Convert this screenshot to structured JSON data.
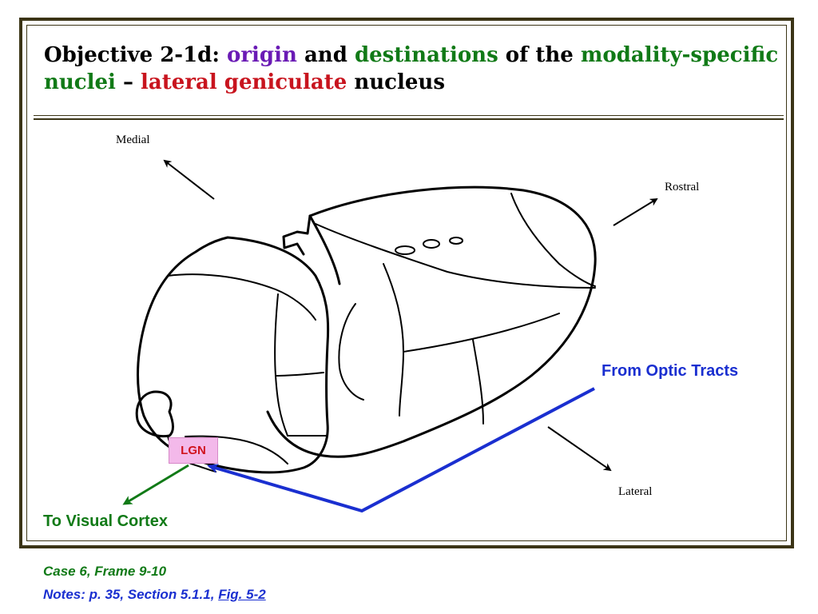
{
  "title": {
    "prefix": "Objective 2-1d: ",
    "origin": "origin",
    "and": " and ",
    "destinations": "destinations",
    "of_the": " of the ",
    "modality": "modality-specific nuclei",
    "dash": " – ",
    "lgn_phrase": "lateral geniculate",
    "nucleus": " nucleus"
  },
  "orientation": {
    "medial": "Medial",
    "rostral": "Rostral",
    "lateral": "Lateral"
  },
  "labels": {
    "from_optic_tracts": "From Optic Tracts",
    "to_visual_cortex": "To Visual Cortex",
    "lgn": "LGN"
  },
  "footer": {
    "case_frame": "Case 6, Frame 9-10",
    "notes_prefix": "Notes: p. 35, Section 5.1.1, ",
    "fig_link": "Fig. 5-2"
  },
  "colors": {
    "frame": "#3b3416",
    "purple": "#6a1bb5",
    "green": "#117a17",
    "red": "#c8141e",
    "blue": "#1a2fd0",
    "lgn_fill": "#f3b9ea"
  }
}
